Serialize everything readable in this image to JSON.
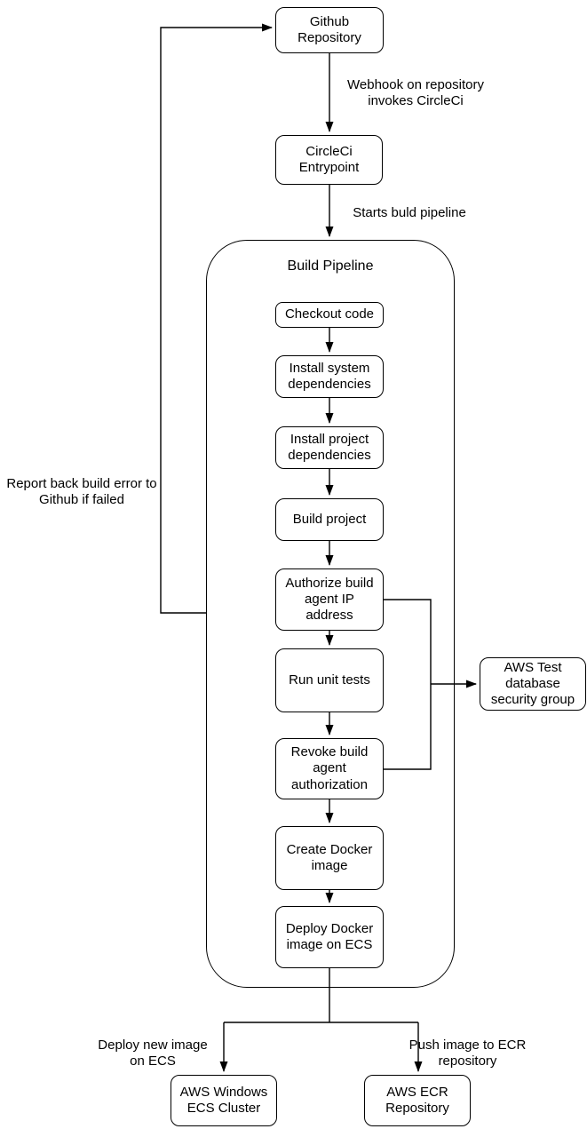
{
  "diagram": {
    "background_color": "#ffffff",
    "stroke_color": "#000000",
    "container": {
      "title": "Build Pipeline"
    },
    "nodes": {
      "github": {
        "label": "Github Repository"
      },
      "circleci": {
        "label": "CircleCi Entrypoint"
      },
      "checkout": {
        "label": "Checkout code"
      },
      "install_system": {
        "label": "Install system dependencies"
      },
      "install_project": {
        "label": "Install project dependencies"
      },
      "build_project": {
        "label": "Build project"
      },
      "authorize": {
        "label": "Authorize build agent IP address"
      },
      "run_tests": {
        "label": "Run unit tests"
      },
      "revoke": {
        "label": "Revoke build agent authorization"
      },
      "create_docker": {
        "label": "Create Docker image"
      },
      "deploy_docker": {
        "label": "Deploy Docker image on ECS"
      },
      "aws_test_db": {
        "label": "AWS Test database security group"
      },
      "aws_windows_ecs": {
        "label": "AWS Windows ECS Cluster"
      },
      "aws_ecr": {
        "label": "AWS ECR Repository"
      }
    },
    "edge_labels": {
      "webhook": "Webhook on repository invokes CircleCi",
      "starts_pipeline": "Starts buld pipeline",
      "report_error": "Report back build error to Github if failed",
      "deploy_new_image": "Deploy new image on ECS",
      "push_image": "Push image to ECR repository"
    }
  }
}
